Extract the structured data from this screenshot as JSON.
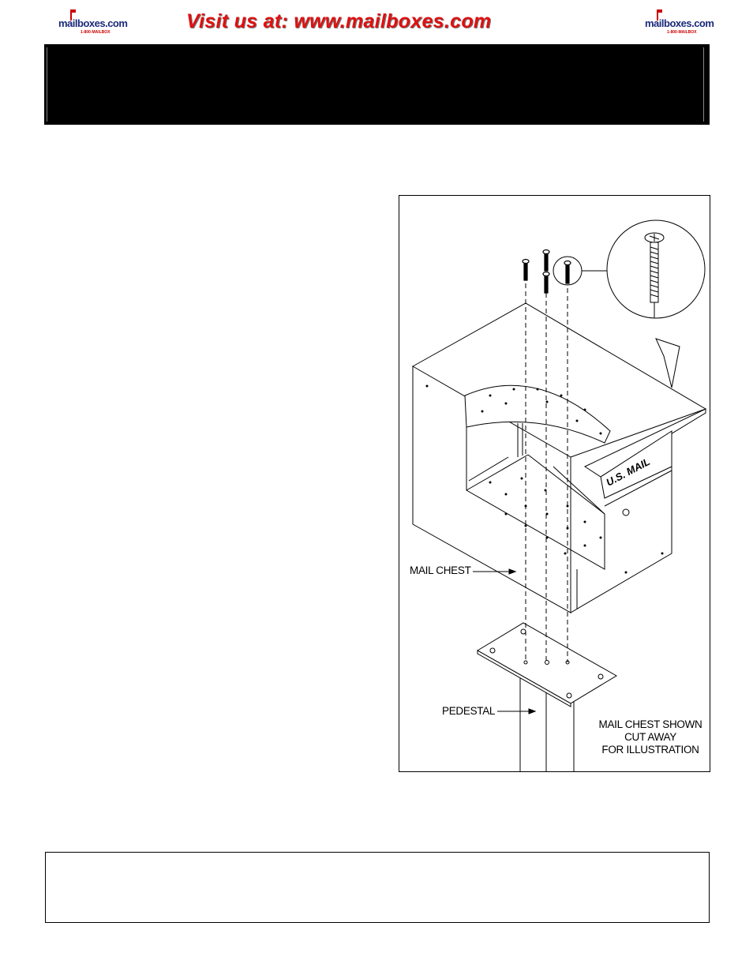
{
  "header": {
    "logo_left": {
      "brand": "mailboxes.com",
      "phone": "1-800-MAILBOX"
    },
    "banner": "Visit us at: www.mailboxes.com",
    "logo_right": {
      "brand": "mailboxes.com",
      "phone": "1-800-MAILBOX"
    }
  },
  "figure": {
    "label_mail_chest": "MAIL CHEST",
    "label_pedestal": "PEDESTAL",
    "note_lines": [
      "MAIL CHEST SHOWN",
      "CUT AWAY",
      "FOR ILLUSTRATION"
    ],
    "door_text": "U.S. MAIL"
  }
}
